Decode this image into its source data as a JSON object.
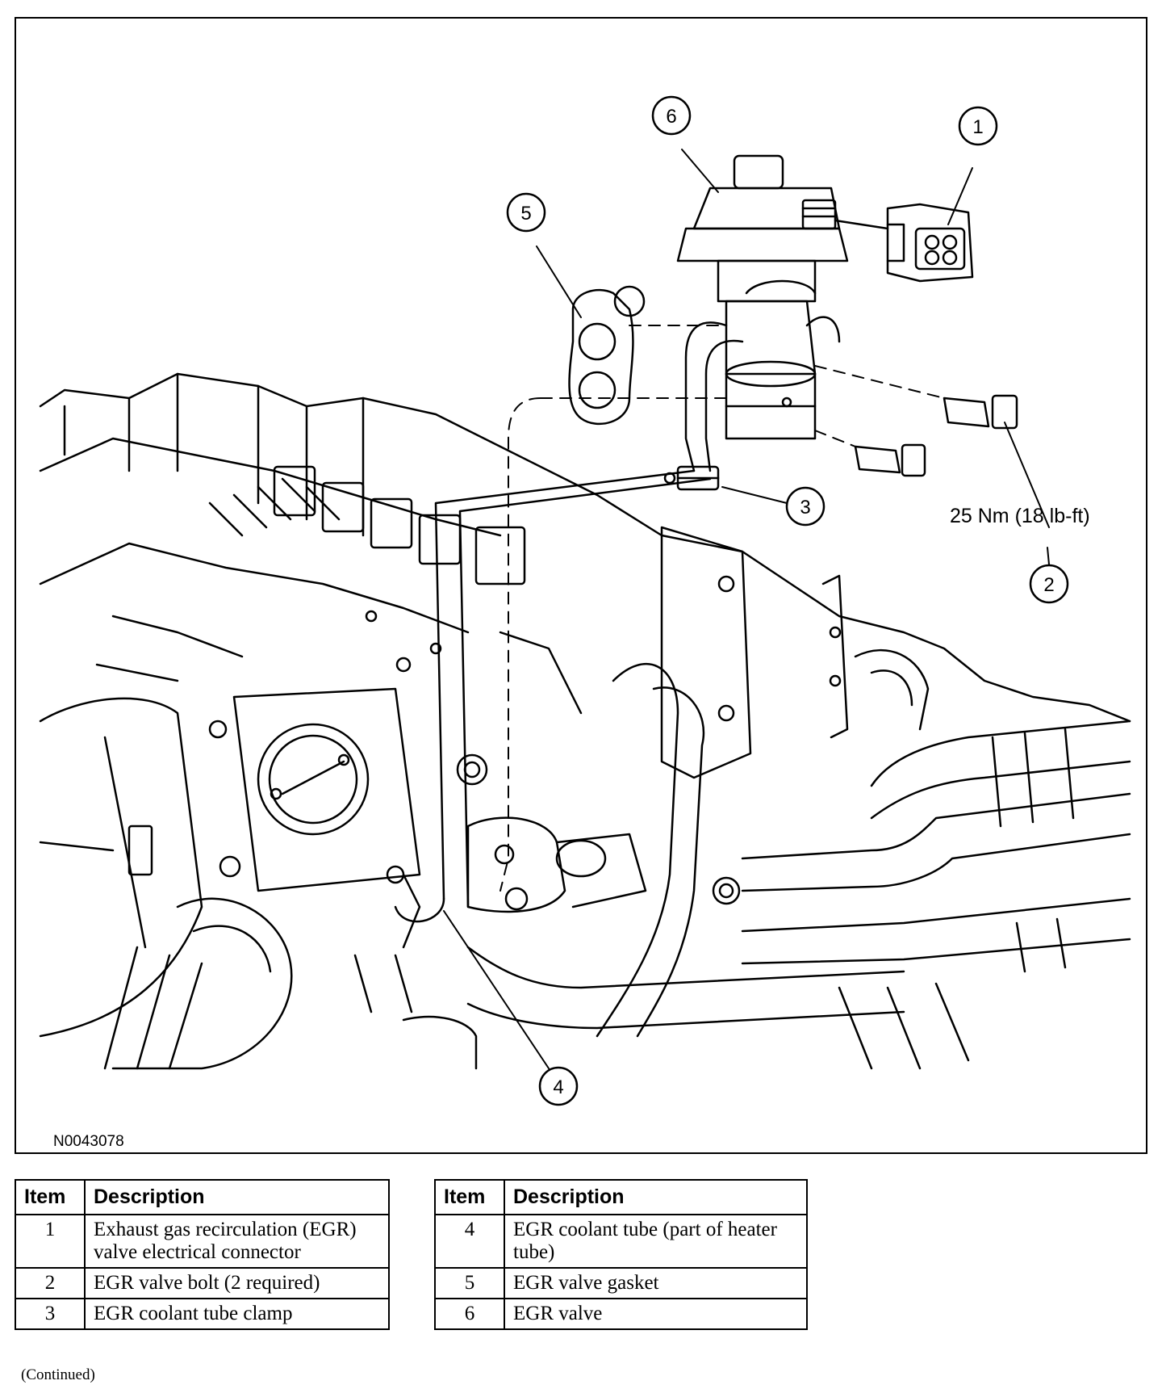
{
  "figure": {
    "id": "N0043078",
    "torque_label": "25 Nm (18 lb-ft)",
    "callouts": [
      "1",
      "2",
      "3",
      "4",
      "5",
      "6"
    ]
  },
  "legend_left": {
    "headers": [
      "Item",
      "Description"
    ],
    "rows": [
      {
        "item": "1",
        "description": "Exhaust gas recirculation (EGR) valve electrical connector"
      },
      {
        "item": "2",
        "description": "EGR valve bolt (2 required)"
      },
      {
        "item": "3",
        "description": "EGR coolant tube clamp"
      }
    ]
  },
  "legend_right": {
    "headers": [
      "Item",
      "Description"
    ],
    "rows": [
      {
        "item": "4",
        "description": "EGR coolant tube (part of heater tube)"
      },
      {
        "item": "5",
        "description": "EGR valve gasket"
      },
      {
        "item": "6",
        "description": "EGR valve"
      }
    ]
  },
  "footer": {
    "continued": "(Continued)"
  }
}
